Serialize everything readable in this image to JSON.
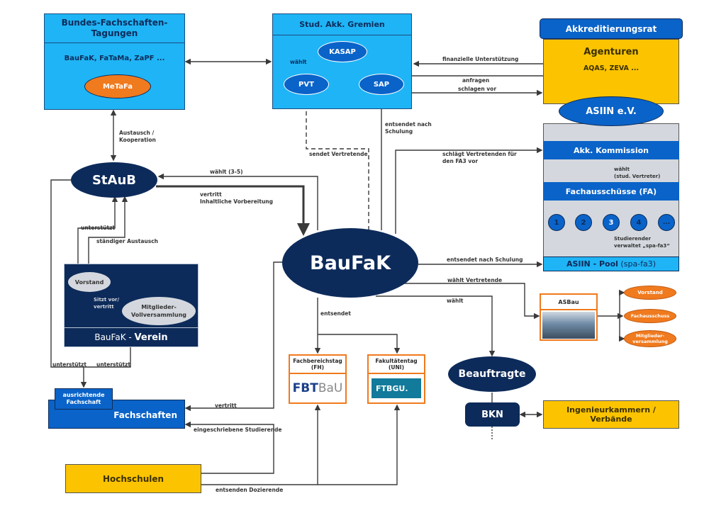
{
  "colors": {
    "light_blue": "#1fb4f5",
    "mid_blue": "#0a63c8",
    "navy": "#0d2b5a",
    "yellow": "#fcc400",
    "orange": "#f07a1e",
    "grey": "#d4d8de",
    "line": "#3a3a3a"
  },
  "bft": {
    "title": "Bundes-Fachschaften-Tagungen",
    "list": "BauFaK, FaTaMa, ZaPF ...",
    "metafa": "MeTaFa"
  },
  "gremien": {
    "title": "Stud. Akk. Gremien",
    "kasap": "KASAP",
    "pvt": "PVT",
    "sap": "SAP",
    "waehlt": "wählt"
  },
  "akkrat": {
    "title": "Akkreditierungsrat",
    "agenturen": "Agenturen",
    "list": "AQAS, ZEVA ...",
    "asiin": "ASIIN e.V."
  },
  "asiin_box": {
    "kommission": "Akk. Kommission",
    "waehlt": "wählt\n(stud. Vertreter)",
    "fa": "Fachausschüsse (FA)",
    "circles": [
      "1",
      "2",
      "3",
      "4",
      "..."
    ],
    "studierender": "Studierender\nverwaltet „spa-fa3“",
    "pool_bold": "ASIIN - Pool",
    "pool_rest": " (spa-fa3)"
  },
  "staub": "StAuB",
  "baufak": "BauFaK",
  "verein": {
    "vorstand": "Vorstand",
    "mv": "Mitglieder-\nVollversammlung",
    "sitzt": "Sitzt vor/\nvertritt",
    "label_plain": "BauFaK - ",
    "label_bold": "Verein"
  },
  "fachschaften": {
    "title": "Fachschaften",
    "ausrichtende": "ausrichtende\nFachschaft"
  },
  "hochschulen": "Hochschulen",
  "fbt": {
    "title": "Fachbereichstag\n(FH)",
    "logo_bold": "FBT",
    "logo_light": "BaU"
  },
  "ft": {
    "title": "Fakultätentag\n(UNI)",
    "logo": "FTBGU."
  },
  "asbau": {
    "title": "ASBau",
    "vorstand": "Vorstand",
    "fachausschuss": "Fachausschuss",
    "mv": "Mitglieder-\nversammlung"
  },
  "beauftragte": "Beauftragte",
  "bkn": "BKN",
  "ingenieur": "Ingenieurkammern /\nVerbände",
  "labels": {
    "austausch": "Austausch /\nKooperation",
    "finanziell": "finanzielle Unterstützung",
    "anfragen": "anfragen",
    "schlagen": "schlagen vor",
    "entsendet_schulung1": "entsendet nach\nSchulung",
    "sendet_vertretende": "sendet Vertretende",
    "schlaegt": "schlägt Vertretenden für\nden FA3 vor",
    "waehlt35": "wählt (3-5)",
    "vertritt_inhalt": "vertritt\nInhaltliche Vorbereitung",
    "unterstuetzt1": "unterstützt",
    "staendig": "ständiger Austausch",
    "entsendet_schulung2": "entsendet nach Schulung",
    "waehlt_vertretende": "wählt Vertretende",
    "waehlt": "wählt",
    "entsendet": "entsendet",
    "unterstuetzt2": "unterstützt",
    "unterstuetzt3": "unterstützt",
    "vertritt": "vertritt",
    "eingeschrieben": "eingeschriebene Studierende",
    "entsenden_doz": "entsenden Dozierende"
  }
}
